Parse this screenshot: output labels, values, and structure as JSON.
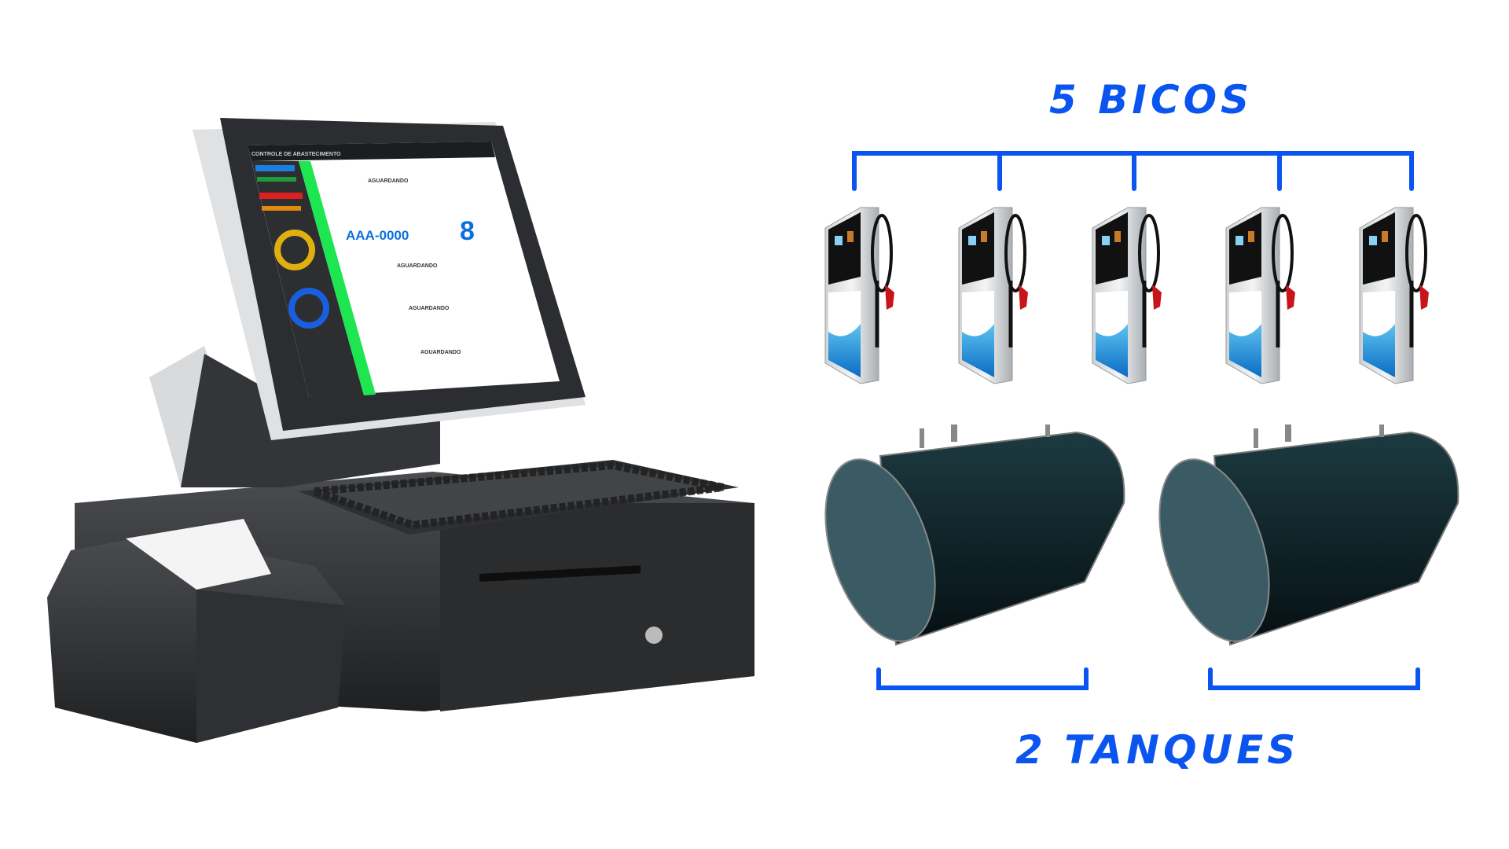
{
  "labels": {
    "nozzles": "5 BICOS",
    "tanks": "2 TANQUES"
  },
  "pos_screen": {
    "title": "CONTROLE DE ABASTECIMENTO",
    "status_waiting": "AGUARDANDO",
    "plate": "AAA-0000",
    "big_digit": "8"
  },
  "colors": {
    "accent": "#0a55f0",
    "tank": "#0d2a30",
    "pump_blue": "#0a8ad8"
  },
  "counts": {
    "pumps": 5,
    "tanks": 2
  }
}
